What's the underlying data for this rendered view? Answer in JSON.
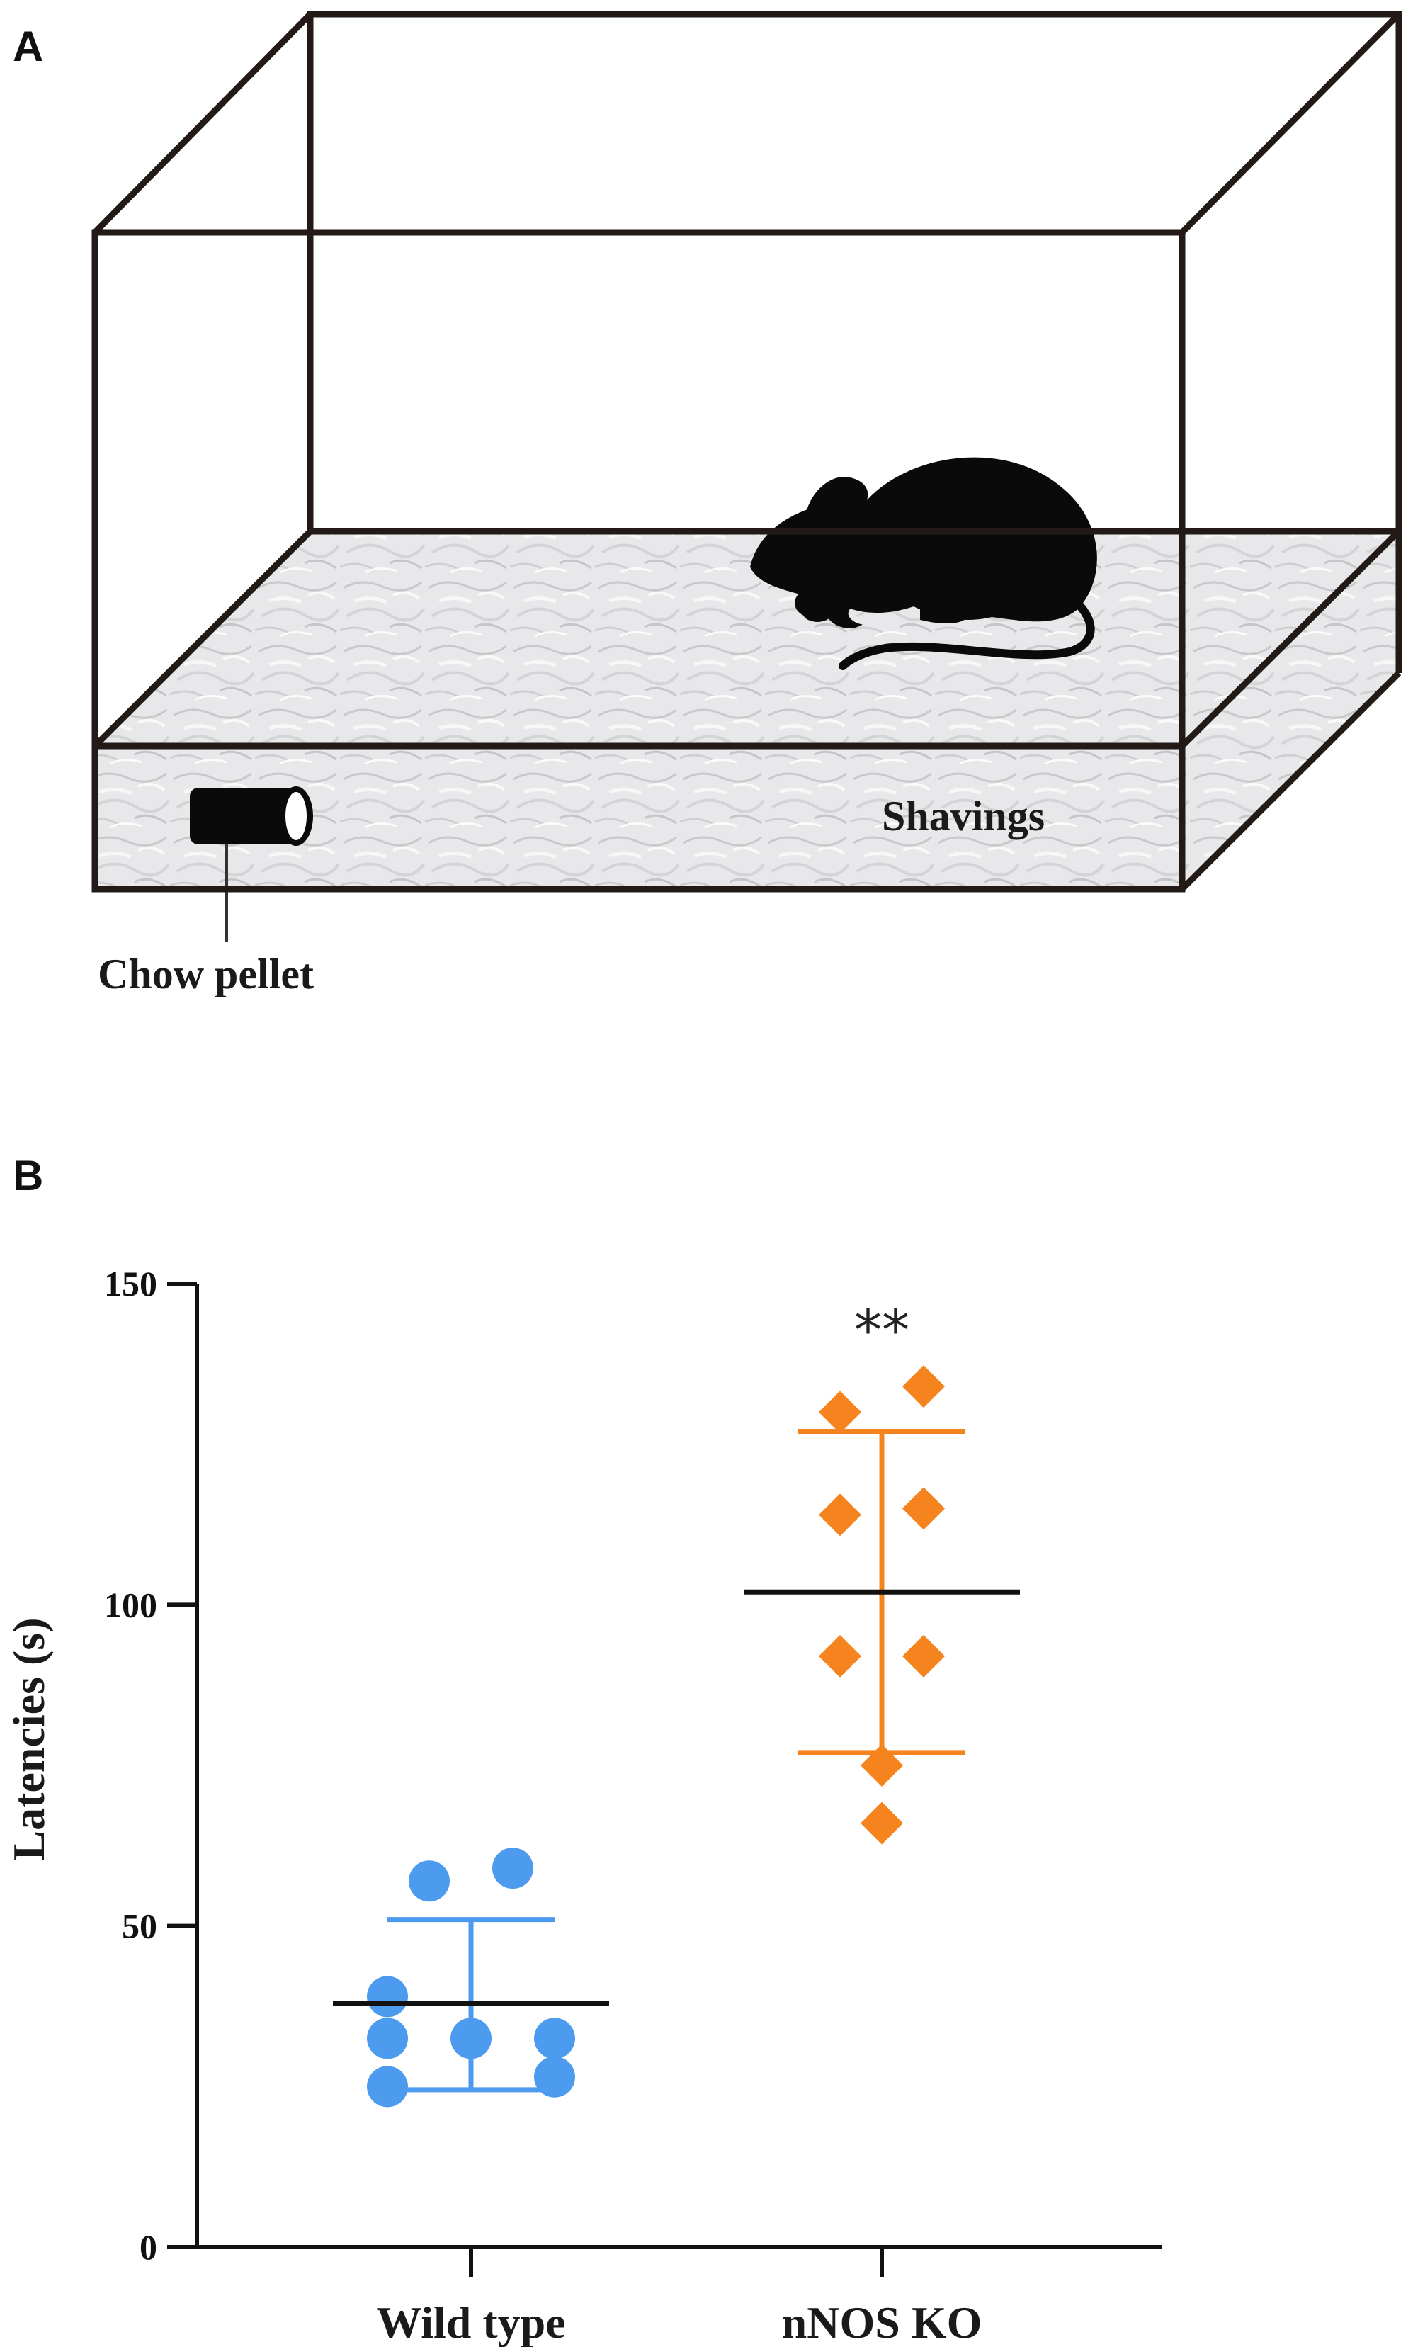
{
  "panels": {
    "a": {
      "label": "A",
      "shavings_label": "Shavings",
      "pellet_label": "Chow pellet"
    },
    "b": {
      "label": "B",
      "significance": "**"
    }
  },
  "colors": {
    "wild_type": "#4d9bef",
    "nnos_ko": "#f5841f",
    "mean_line": "#111111",
    "box_edge": "#231a18",
    "shavings_fill": "#e6e6e8"
  },
  "chart_data": {
    "type": "scatter",
    "ylabel": "Latencies (s)",
    "ylim": [
      0,
      150
    ],
    "yticks": [
      "0",
      "50",
      "100",
      "150"
    ],
    "categories": [
      "Wild type",
      "nNOS KO"
    ],
    "groups": [
      {
        "category": "Wild type",
        "points": [
          {
            "offset": -0.5,
            "value": 57
          },
          {
            "offset": 0.5,
            "value": 59
          },
          {
            "offset": -1,
            "value": 39
          },
          {
            "offset": -1,
            "value": 32.5
          },
          {
            "offset": 0,
            "value": 32.5
          },
          {
            "offset": 1,
            "value": 32.5
          },
          {
            "offset": -1,
            "value": 25
          },
          {
            "offset": 1,
            "value": 26.5
          }
        ],
        "mean": 38,
        "sd_upper": 51,
        "sd_lower": 24.5
      },
      {
        "category": "nNOS KO",
        "points": [
          {
            "offset": -0.5,
            "value": 130
          },
          {
            "offset": 0.5,
            "value": 134
          },
          {
            "offset": -0.5,
            "value": 114
          },
          {
            "offset": 0.5,
            "value": 115
          },
          {
            "offset": -0.5,
            "value": 92
          },
          {
            "offset": 0.5,
            "value": 92
          },
          {
            "offset": 0,
            "value": 75
          },
          {
            "offset": 0,
            "value": 66
          }
        ],
        "mean": 102,
        "sd_upper": 127,
        "sd_lower": 77
      }
    ]
  }
}
